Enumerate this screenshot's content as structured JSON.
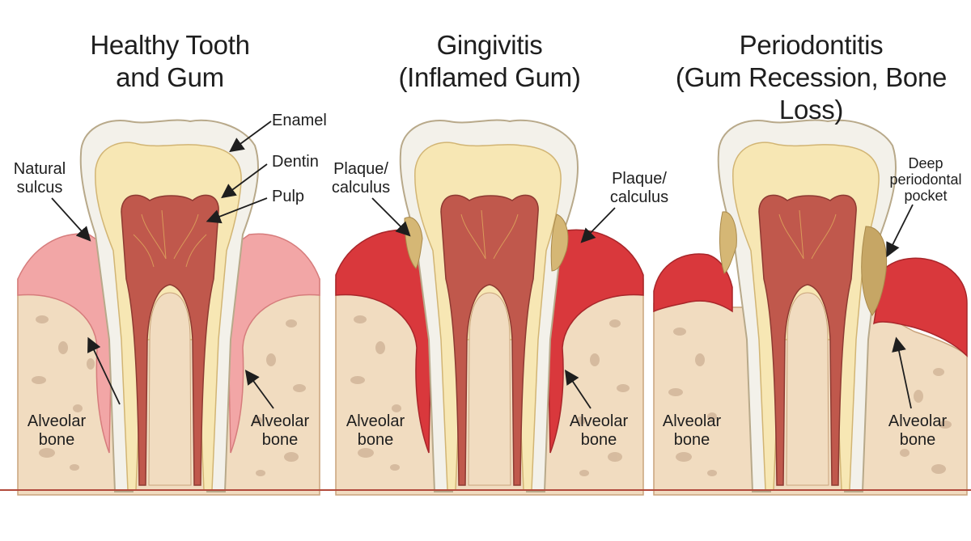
{
  "colors": {
    "bone": "#f1dcc0",
    "bone_spots": "#cdb194",
    "gum_healthy": "#f2a6a6",
    "gum_inflamed": "#d9383c",
    "enamel": "#f3f1ea",
    "dentin": "#f7e7b4",
    "pulp": "#c0584c",
    "plaque": "#d5b775"
  },
  "panels": [
    {
      "title_line1": "Healthy Tooth",
      "title_line2": "and Gum",
      "labels": {
        "enamel": "Enamel",
        "dentin": "Dentin",
        "pulp": "Pulp",
        "natural_sulcus": "Natural sulcus",
        "alveolar_bone_left": "Alveolar bone",
        "alveolar_bone_right": "Alveolar bone"
      }
    },
    {
      "title_line1": "Gingivitis",
      "title_line2": "(Inflamed Gum)",
      "labels": {
        "plaque_left": "Plaque/ calculus",
        "plaque_right": "Plaque/ calculus",
        "alveolar_bone_left": "Alveolar bone",
        "alveolar_bone_right": "Alveolar bone"
      }
    },
    {
      "title_line1": "Periodontitis",
      "title_line2": "(Gum Recession, Bone Loss)",
      "labels": {
        "deep_pocket": "Deep periodontal pocket",
        "alveolar_bone_left": "Alveolar bone",
        "alveolar_bone_right": "Alveolar bone"
      }
    }
  ]
}
